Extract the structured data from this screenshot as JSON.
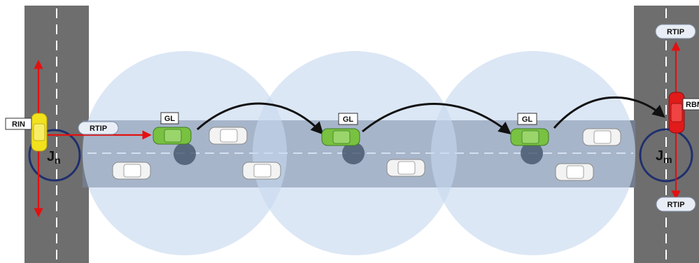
{
  "labels": {
    "rin": "RIN",
    "rtip_left": "RTIP",
    "gl_1": "GL",
    "gl_2": "GL",
    "gl_3": "GL",
    "rtip_top": "RTIP",
    "rtip_bottom": "RTIP",
    "rbm": "RBM"
  },
  "junctions": {
    "left": {
      "base": "J",
      "sub": "n"
    },
    "right": {
      "base": "J",
      "sub": "m"
    }
  },
  "colors": {
    "road": "#6e6e6e",
    "main_road": "#747d8e",
    "coverage": "#c7d8ef",
    "lane_mark": "#ffffff",
    "junction_ring": "#1f2f6e",
    "antenna": "#44546a",
    "arrow_red": "#e41010",
    "arrow_black": "#111111",
    "car_yellow": "#f2e21d",
    "car_green": "#79c141",
    "car_red": "#e11a1a",
    "car_white": "#f3f3f3",
    "label_bg": "#e9eef6"
  }
}
